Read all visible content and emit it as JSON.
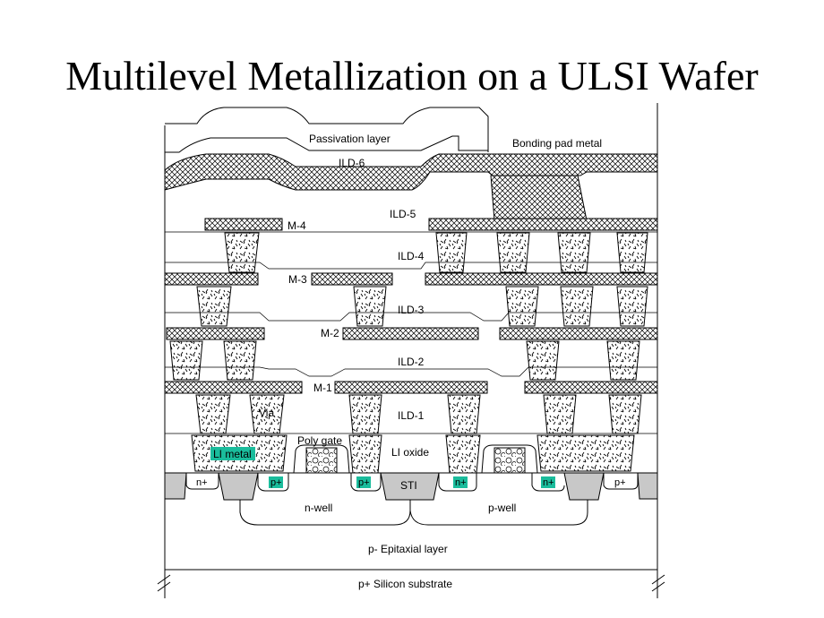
{
  "title": "Multilevel Metallization on a ULSI Wafer",
  "colors": {
    "highlight": "#1abc9c",
    "outline": "#000000",
    "sti_fill": "#c8c8c8"
  },
  "labels": {
    "passivation": "Passivation layer",
    "bonding_pad": "Bonding pad metal",
    "ild6": "ILD-6",
    "ild5": "ILD-5",
    "m4": "M-4",
    "ild4": "ILD-4",
    "m3": "M-3",
    "ild3": "ILD-3",
    "m2": "M-2",
    "ild2": "ILD-2",
    "m1": "M-1",
    "via": "Via",
    "ild1": "ILD-1",
    "li_metal": "LI metal",
    "poly_gate": "Poly gate",
    "li_oxide": "LI oxide",
    "sti": "STI",
    "nwell": "n-well",
    "pwell": "p-well",
    "epi": "p- Epitaxial layer",
    "substrate": "p+ Silicon substrate",
    "nplus": "n+",
    "pplus": "p+"
  }
}
